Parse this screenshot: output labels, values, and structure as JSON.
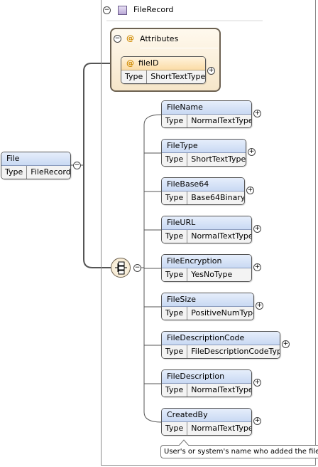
{
  "root": {
    "title": "FileRecord",
    "toggle": "−"
  },
  "attributes": {
    "label": "Attributes",
    "toggle": "−",
    "at_symbol": "@",
    "item": {
      "name": "fileID",
      "type_label": "Type",
      "type": "ShortTextType",
      "expand": "+"
    }
  },
  "file_element": {
    "name": "File",
    "type_label": "Type",
    "type": "FileRecord",
    "toggle": "−"
  },
  "sequence": {
    "toggle": "−",
    "icon": "sequence-compositor-icon"
  },
  "children": [
    {
      "name": "FileName",
      "type_label": "Type",
      "type": "NormalTextType",
      "expand": "+"
    },
    {
      "name": "FileType",
      "type_label": "Type",
      "type": "ShortTextType",
      "expand": "+"
    },
    {
      "name": "FileBase64",
      "type_label": "Type",
      "type": "Base64Binary",
      "expand": "+"
    },
    {
      "name": "FileURL",
      "type_label": "Type",
      "type": "NormalTextType",
      "expand": "+"
    },
    {
      "name": "FileEncryption",
      "type_label": "Type",
      "type": "YesNoType",
      "expand": "+"
    },
    {
      "name": "FileSize",
      "type_label": "Type",
      "type": "PositiveNumType",
      "expand": "+"
    },
    {
      "name": "FileDescriptionCode",
      "type_label": "Type",
      "type": "FileDescriptionCodeType",
      "expand": "+"
    },
    {
      "name": "FileDescription",
      "type_label": "Type",
      "type": "NormalTextType",
      "expand": "+"
    },
    {
      "name": "CreatedBy",
      "type_label": "Type",
      "type": "NormalTextType",
      "expand": "+"
    }
  ],
  "tooltip": "User's or system's name who added the file",
  "colors": {
    "element_header": "#c9d9f3",
    "attribute_header": "#fbdca6",
    "attribute_box": "#f6e6c9",
    "connector": "#555555"
  }
}
